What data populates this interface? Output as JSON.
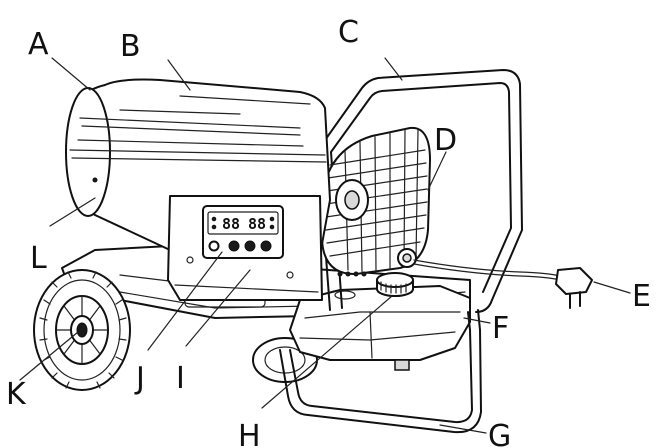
{
  "labels": {
    "A": "A",
    "B": "B",
    "C": "C",
    "D": "D",
    "E": "E",
    "F": "F",
    "G": "G",
    "H": "H",
    "I": "I",
    "J": "J",
    "K": "K",
    "L": "L"
  },
  "display": {
    "left_digits": "88",
    "right_digits": "88"
  }
}
